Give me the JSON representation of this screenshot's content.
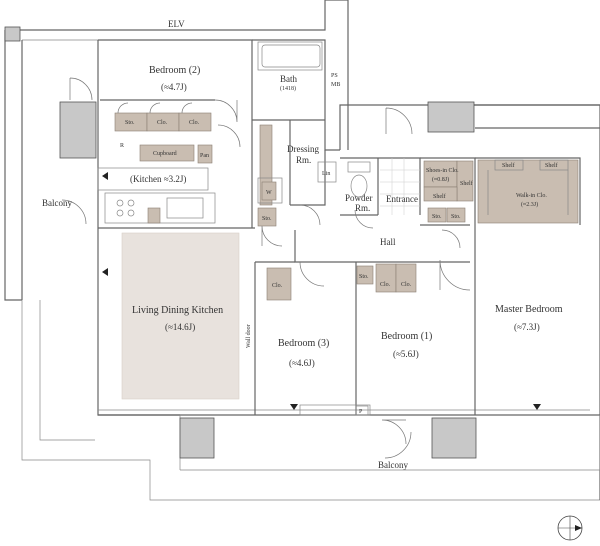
{
  "labels": {
    "elv": "ELV",
    "ps_mb_top": "PS",
    "ps_mb_bottom": "MB",
    "bedroom2": "Bedroom (2)",
    "bedroom2_area": "(≈4.7J)",
    "bath": "Bath",
    "bath_size": "(1418)",
    "sto_a": "Sto.",
    "clo_a": "Clo.",
    "clo_b": "Clo.",
    "cupboard": "Cupboard",
    "pan": "Pan",
    "r": "R",
    "kitchen": "(Kitchen ≈3.2J)",
    "dressing_top": "Dressing",
    "dressing_bottom": "Rm.",
    "lin": "Lin",
    "w": "W",
    "sto_b": "Sto.",
    "powder_top": "Powder",
    "powder_bottom": "Rm.",
    "entrance": "Entrance",
    "shoes_in": "Shoes-in Clo.",
    "shoes_in_area": "(≈0.8J)",
    "shelf_a": "Shelf",
    "shelf_b": "Shelf",
    "shelf_c": "Shelf",
    "shelf_d": "Shelf",
    "sto_c": "Sto.",
    "sto_d": "Sto.",
    "walkin": "Walk-in Clo.",
    "walkin_area": "(≈2.3J)",
    "balcony_left": "Balcony",
    "hall": "Hall",
    "sto_e": "Sto.",
    "clo_c": "Clo.",
    "clo_d": "Clo.",
    "clo_e": "Clo.",
    "ldk": "Living Dining Kitchen",
    "ldk_area": "(≈14.6J)",
    "wall_door": "Wall door",
    "bedroom3": "Bedroom (3)",
    "bedroom3_area": "(≈4.6J)",
    "bedroom1": "Bedroom (1)",
    "bedroom1_area": "(≈5.6J)",
    "master": "Master Bedroom",
    "master_area": "(≈7.3J)",
    "p": "P",
    "balcony_bottom": "Balcony"
  },
  "colors": {
    "storage_fill": "#c9bdb1",
    "ldk_fill": "#e8e2dd",
    "wall": "#666666",
    "column": "#c8c8c8"
  },
  "icons": [
    "compass-icon",
    "window-arrow-icon",
    "door-swing-icon"
  ]
}
